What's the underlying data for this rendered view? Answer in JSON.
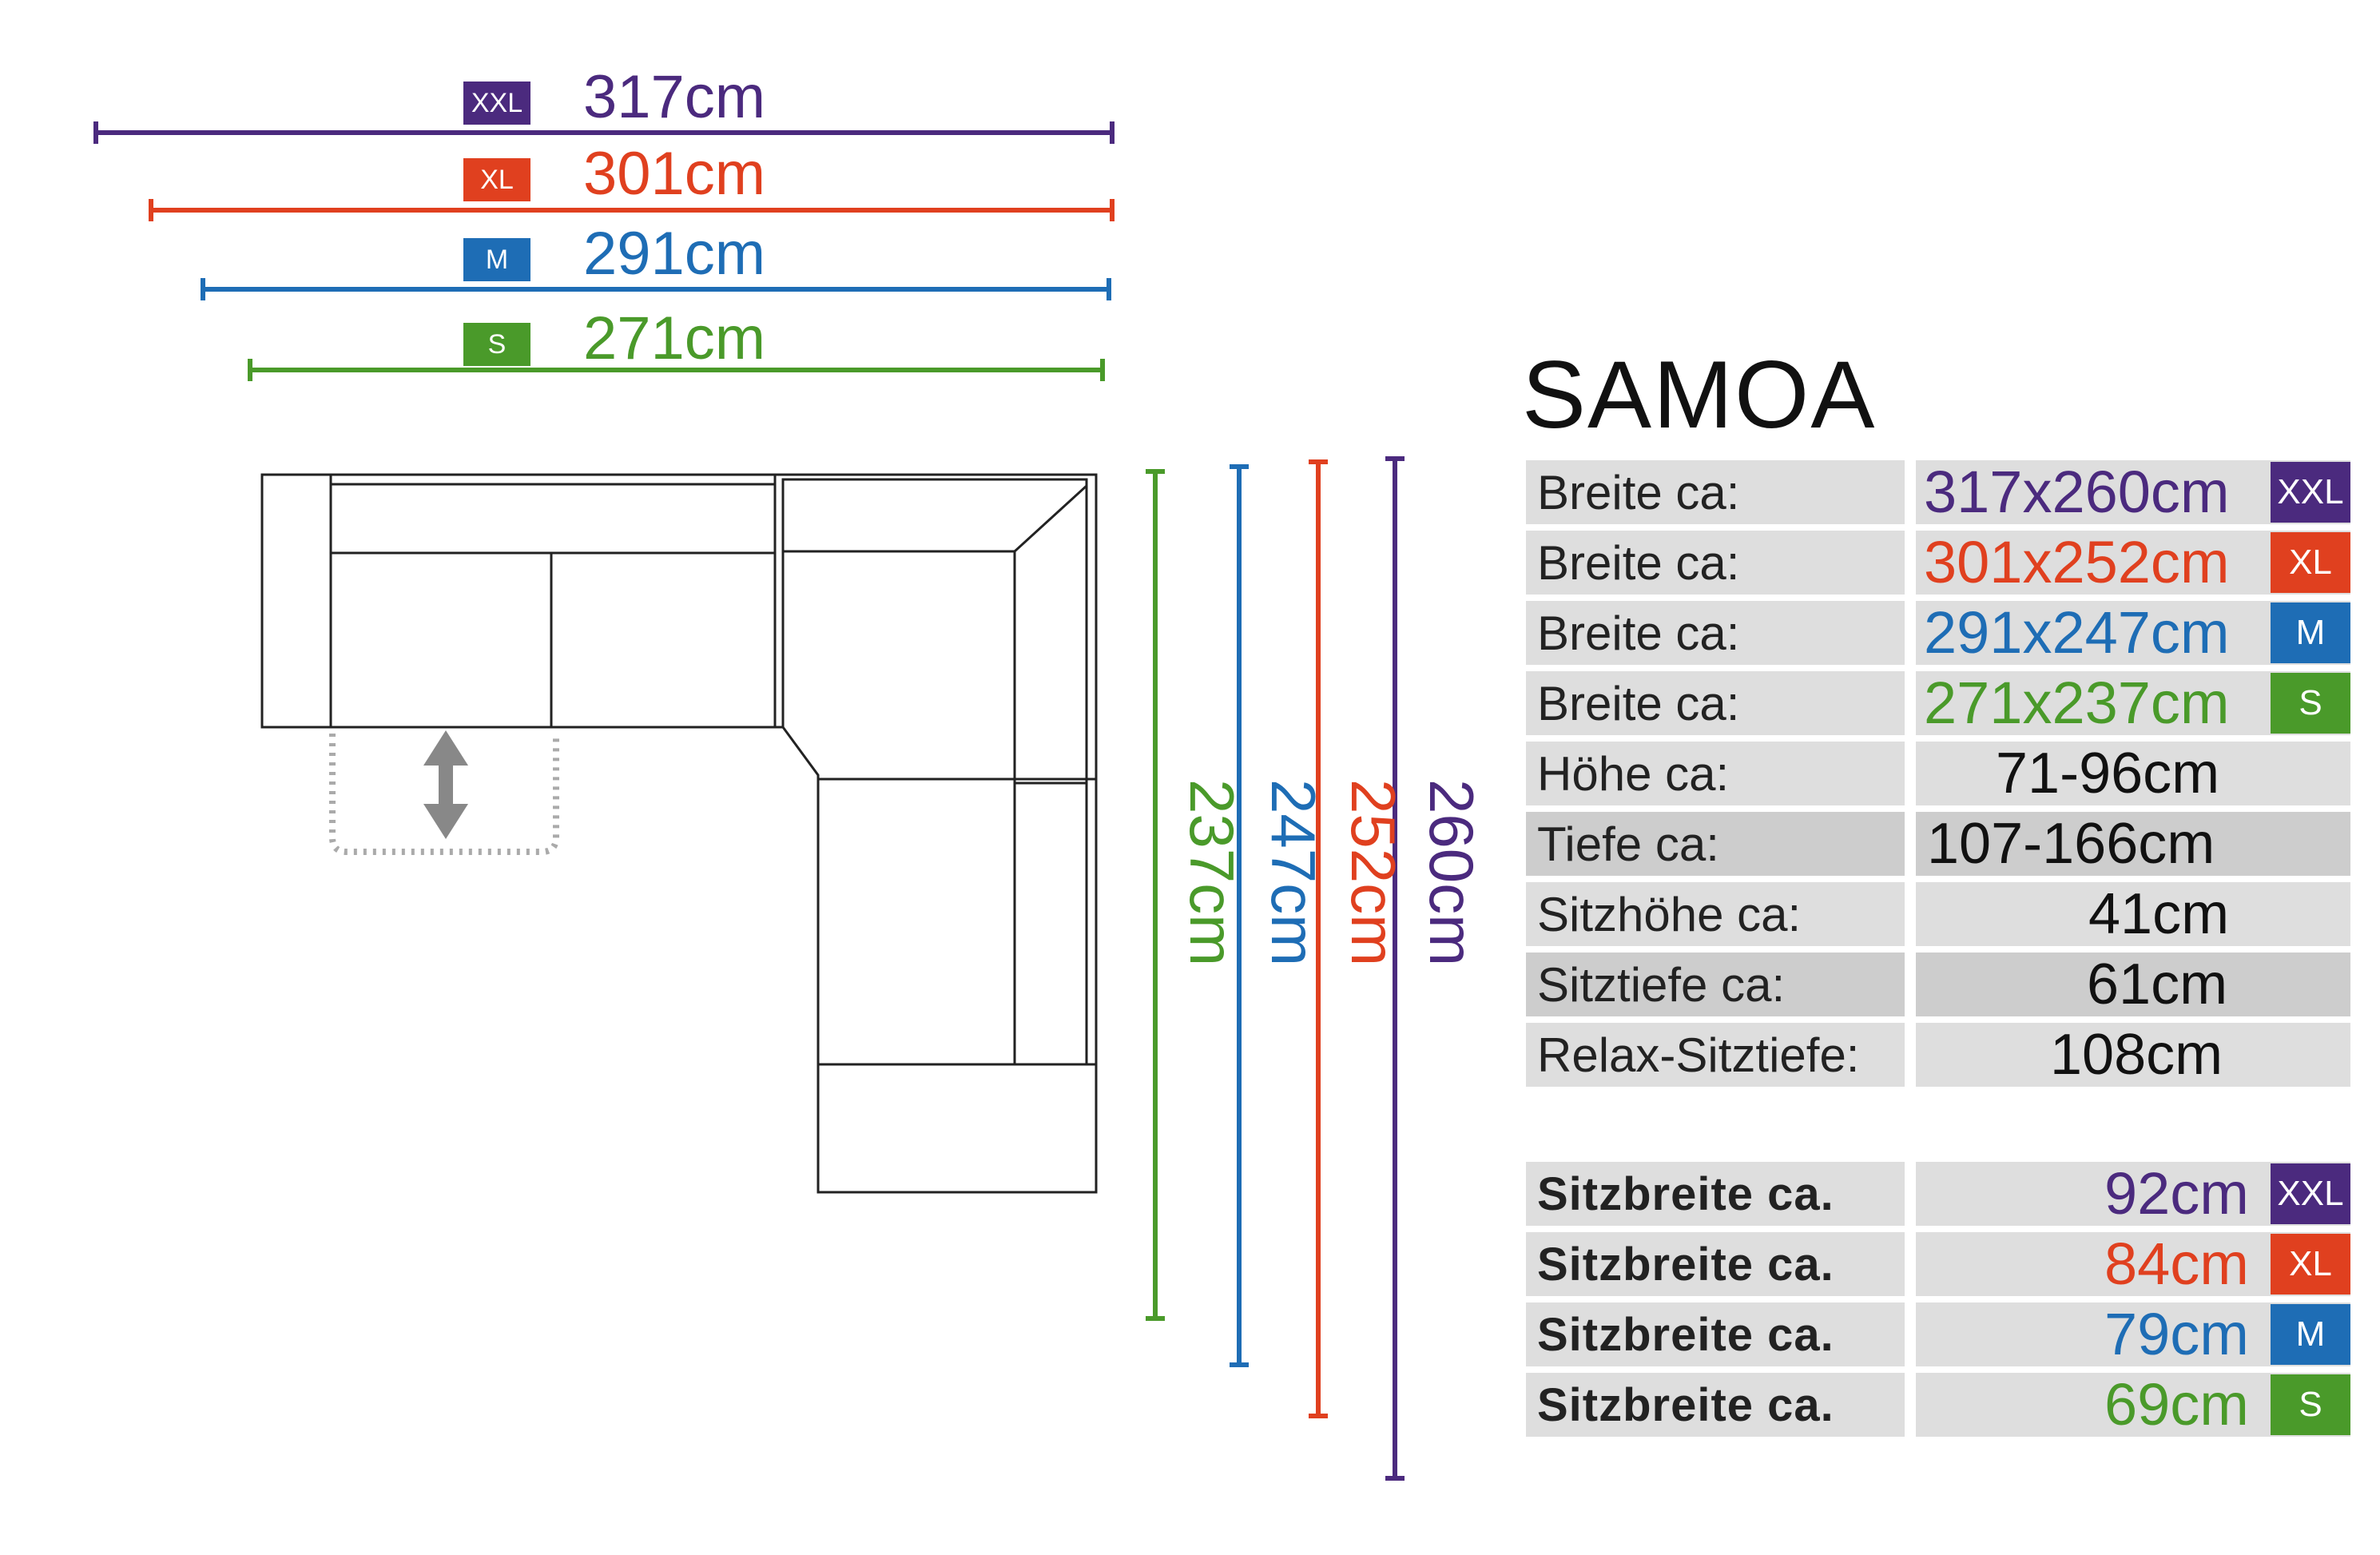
{
  "colors": {
    "xxl": "#4b2a7e",
    "xl": "#e0401f",
    "m": "#1e6db5",
    "s": "#4a9a2a",
    "outline": "#222222",
    "arrow": "#888888"
  },
  "width_dims": [
    {
      "badge": "XXL",
      "value": "317cm",
      "color_key": "xxl"
    },
    {
      "badge": "XL",
      "value": "301cm",
      "color_key": "xl"
    },
    {
      "badge": "M",
      "value": "291cm",
      "color_key": "m"
    },
    {
      "badge": "S",
      "value": "271cm",
      "color_key": "s"
    }
  ],
  "depth_dims": [
    {
      "value": "237cm",
      "color_key": "s"
    },
    {
      "value": "247cm",
      "color_key": "m"
    },
    {
      "value": "252cm",
      "color_key": "xl"
    },
    {
      "value": "260cm",
      "color_key": "xxl"
    }
  ],
  "title": "SAMOA",
  "spec_rows": [
    {
      "label": "Breite ca:",
      "value": "317x260cm",
      "tag": "XXL",
      "color_key": "xxl"
    },
    {
      "label": "Breite ca:",
      "value": "301x252cm",
      "tag": "XL",
      "color_key": "xl"
    },
    {
      "label": "Breite ca:",
      "value": "291x247cm",
      "tag": "M",
      "color_key": "m"
    },
    {
      "label": "Breite ca:",
      "value": "271x237cm",
      "tag": "S",
      "color_key": "s"
    },
    {
      "label": "Höhe ca:",
      "value": "71-96cm"
    },
    {
      "label": "Tiefe ca:",
      "value": "107-166cm"
    },
    {
      "label": "Sitzhöhe ca:",
      "value": "41cm"
    },
    {
      "label": "Sitztiefe ca:",
      "value": "61cm"
    },
    {
      "label": "Relax-Sitztiefe:",
      "value": "108cm"
    }
  ],
  "seat_rows": [
    {
      "label": "Sitzbreite ca.",
      "value": "92cm",
      "tag": "XXL",
      "color_key": "xxl"
    },
    {
      "label": "Sitzbreite ca.",
      "value": "84cm",
      "tag": "XL",
      "color_key": "xl"
    },
    {
      "label": "Sitzbreite ca.",
      "value": "79cm",
      "tag": "M",
      "color_key": "m"
    },
    {
      "label": "Sitzbreite ca.",
      "value": "69cm",
      "tag": "S",
      "color_key": "s"
    }
  ]
}
